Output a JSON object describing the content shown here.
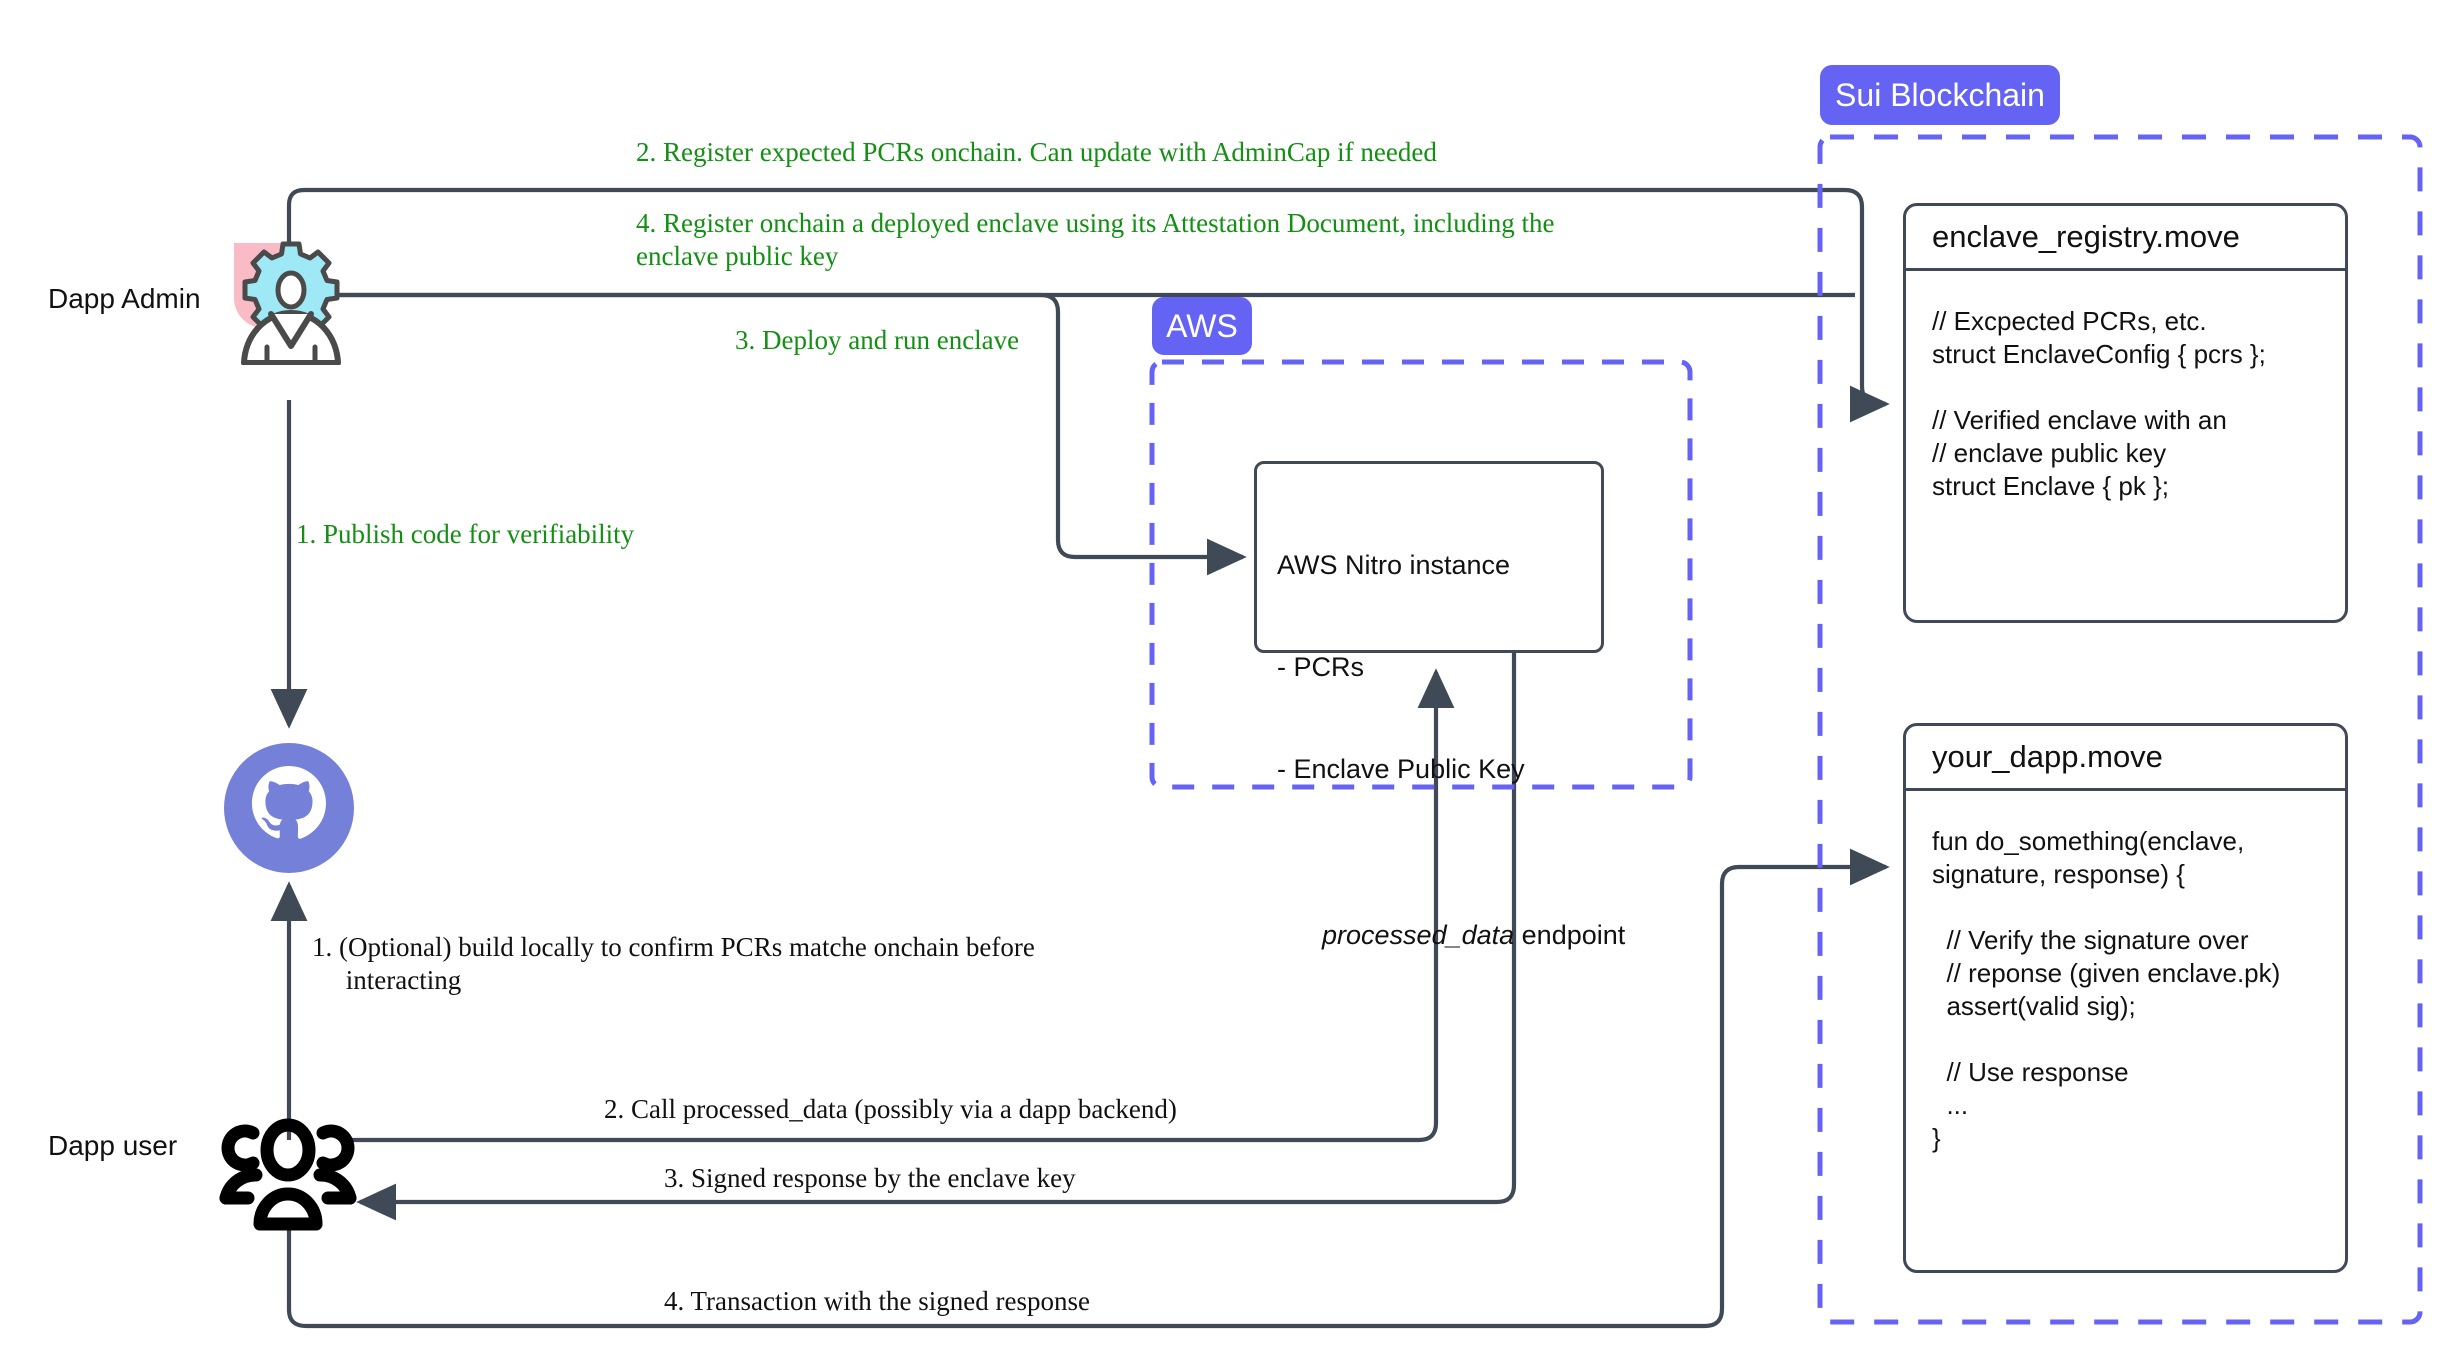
{
  "diagram": {
    "title": "Sui Nitro Enclave attestation flow",
    "colors": {
      "accent_purple": "#6563F4",
      "step_green": "#139013",
      "line_gray": "#404A56",
      "github_blue": "#7580D8",
      "admin_pink": "#F9BCC6",
      "gear_cyan": "#9FE8F5"
    }
  },
  "actors": {
    "admin": {
      "label": "Dapp Admin",
      "icon": "admin-gear-person-icon"
    },
    "user": {
      "label": "Dapp user",
      "icon": "people-group-icon"
    },
    "github": {
      "label": "",
      "icon": "github-octocat-icon"
    }
  },
  "zones": {
    "aws": {
      "badge": "AWS"
    },
    "sui": {
      "badge": "Sui Blockchain"
    }
  },
  "nitro_box": {
    "lines": [
      "AWS Nitro instance",
      "- PCRs",
      "- Enclave Public Key"
    ],
    "endpoint_name": "processed_data",
    "endpoint_suffix": " endpoint"
  },
  "modules": [
    {
      "title": "enclave_registry.move",
      "body": "// Excpected PCRs, etc.\nstruct EnclaveConfig { pcrs };\n\n// Verified enclave with an\n// enclave public key\nstruct Enclave { pk };"
    },
    {
      "title": "your_dapp.move",
      "body": "fun do_something(enclave,\nsignature, response) {\n\n  // Verify the signature over\n  // reponse (given enclave.pk)\n  assert(valid sig);\n\n  // Use response\n  ...\n}"
    }
  ],
  "steps": {
    "admin_register_pcrs": "2. Register expected PCRs onchain. Can update with AdminCap if needed",
    "admin_register_enclave": "4. Register onchain a deployed enclave using its Attestation Document, including the\nenclave public key",
    "admin_deploy": "3. Deploy and run enclave",
    "admin_publish": "1. Publish code for verifiability",
    "user_build_locally": "1. (Optional) build locally to confirm PCRs matche onchain before\n     interacting",
    "user_call": "2. Call processed_data (possibly via a dapp backend)",
    "user_signed_response": "3. Signed response by the enclave key",
    "user_transaction": "4. Transaction with the signed response"
  }
}
